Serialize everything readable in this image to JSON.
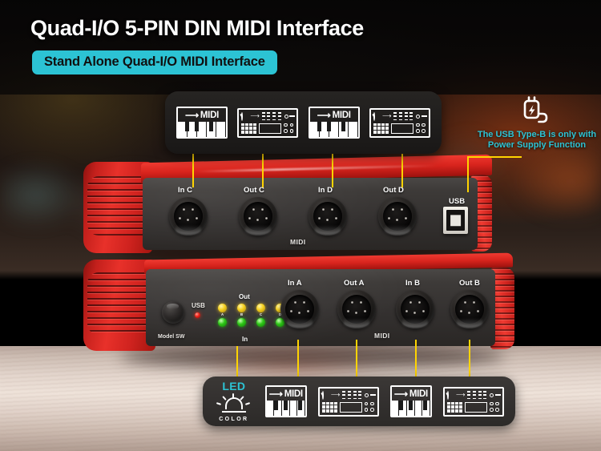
{
  "header": {
    "title": "Quad-I/O 5-PIN DIN MIDI Interface",
    "subtitle_badge": "Stand Alone Quad-I/O MIDI Interface"
  },
  "colors": {
    "accent_cyan": "#2cc3d4",
    "leader_yellow": "#ffd400",
    "chassis_red": "#e8312a",
    "led_yellow": "#f5d021",
    "led_green": "#2fc718",
    "led_red": "#f0231a"
  },
  "usb_note": {
    "icon": "power-plug-icon",
    "line1": "The USB Type-B is only with",
    "line2": "Power Supply Function"
  },
  "top_callout_panel": {
    "items": [
      {
        "type": "keyboard",
        "label": "MIDI",
        "arrow": "→"
      },
      {
        "type": "synth-module",
        "label": ""
      },
      {
        "type": "keyboard",
        "label": "MIDI",
        "arrow": "→"
      },
      {
        "type": "synth-module",
        "label": ""
      }
    ]
  },
  "bottom_callout_panel": {
    "led_legend": {
      "title": "LED",
      "caption": "COLOR",
      "icon": "led-lamp-icon"
    },
    "items": [
      {
        "type": "keyboard",
        "label": "MIDI",
        "arrow": "→"
      },
      {
        "type": "synth-module",
        "label": ""
      },
      {
        "type": "keyboard",
        "label": "MIDI",
        "arrow": "→"
      },
      {
        "type": "synth-module",
        "label": ""
      }
    ]
  },
  "top_device": {
    "midi_label": "MIDI",
    "usb_label": "USB",
    "ports": [
      {
        "label": "In C"
      },
      {
        "label": "Out C"
      },
      {
        "label": "In D"
      },
      {
        "label": "Out D"
      }
    ]
  },
  "bottom_device": {
    "midi_label": "MIDI",
    "knob_label": "Model SW",
    "usb_led_label": "USB",
    "out_label": "Out",
    "in_label": "In",
    "led_tags": [
      "A",
      "B",
      "C",
      "D"
    ],
    "ports": [
      {
        "label": "In A"
      },
      {
        "label": "Out A"
      },
      {
        "label": "In B"
      },
      {
        "label": "Out B"
      }
    ]
  }
}
